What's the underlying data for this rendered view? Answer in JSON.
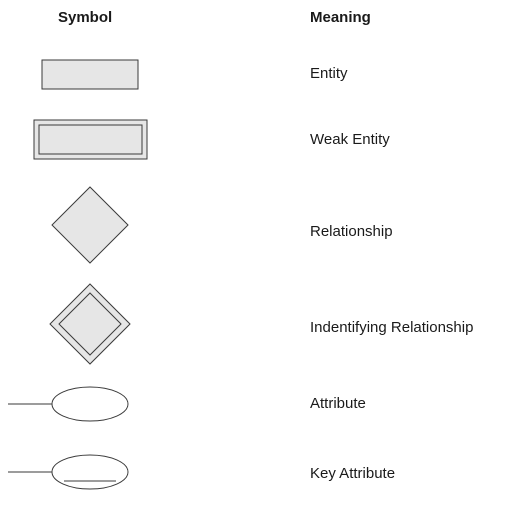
{
  "headers": {
    "symbol": "Symbol",
    "meaning": "Meaning"
  },
  "rows": [
    {
      "symbol": "entity-rectangle",
      "meaning": "Entity"
    },
    {
      "symbol": "weak-entity-double-rectangle",
      "meaning": "Weak Entity"
    },
    {
      "symbol": "relationship-diamond",
      "meaning": "Relationship"
    },
    {
      "symbol": "identifying-relationship-double-diamond",
      "meaning": "Indentifying Relationship"
    },
    {
      "symbol": "attribute-ellipse",
      "meaning": "Attribute"
    },
    {
      "symbol": "key-attribute-underlined-ellipse",
      "meaning": "Key Attribute"
    }
  ],
  "colors": {
    "fill": "#e6e6e6",
    "stroke": "#3a3a3a",
    "text": "#1a1a1a"
  }
}
